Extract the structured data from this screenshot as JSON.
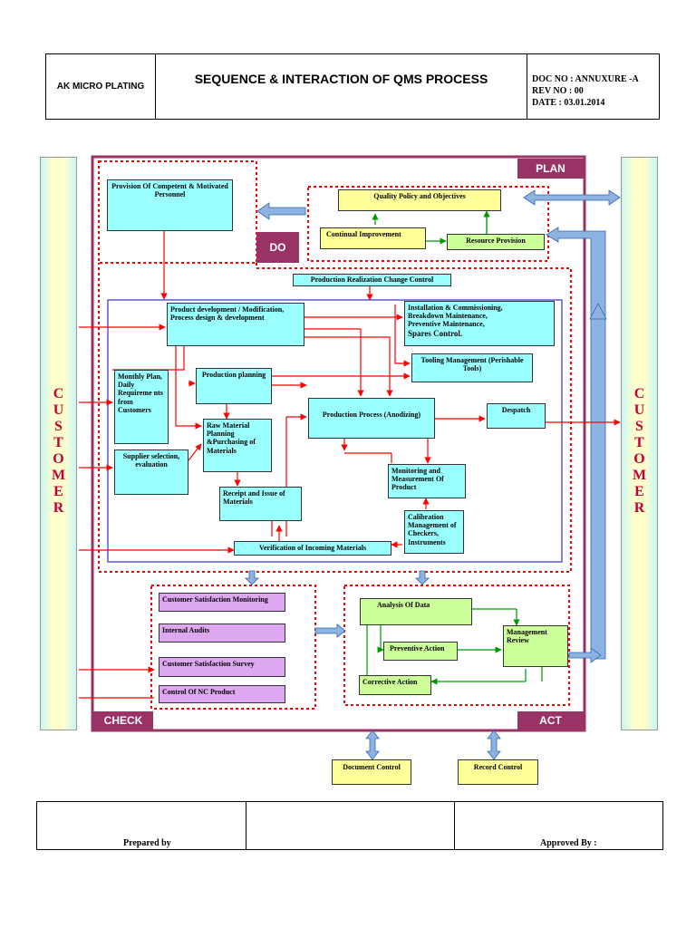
{
  "header": {
    "company": "AK MICRO PLATING",
    "title": "SEQUENCE & INTERACTION OF QMS PROCESS",
    "doc_no": "DOC NO : ANNUXURE -A",
    "rev_no": "REV NO : 00",
    "date": "DATE : 03.01.2014"
  },
  "customer_letters": [
    "C",
    "U",
    "S",
    "T",
    "O",
    "M",
    "E",
    "R"
  ],
  "phases": {
    "plan": "PLAN",
    "do": "DO",
    "check": "CHECK",
    "act": "ACT"
  },
  "boxes": {
    "competent_personnel": "Provision Of Competent & Motivated Personnel",
    "quality_policy": "Quality Policy and Objectives",
    "continual_improvement": "Continual Improvement",
    "resource_provision": "Resource Provision",
    "change_control": "Production Realization Change Control",
    "product_development": "Product development / Modification, Process design & development",
    "installation_line1": "Installation & Commissioning,",
    "installation_line2": "Breakdown Maintenance,",
    "installation_line3": "Preventive Maintenance,",
    "installation_line4": "Spares Control.",
    "tooling": "Tooling Management (Perishable Tools)",
    "monthly_plan": "Monthly Plan, Daily Requireme nts from Customers",
    "production_planning": "Production planning",
    "production_process": "Production Process (Anodizing)",
    "despatch": "Despatch",
    "raw_material": "Raw Material Planning &Purchasing of Materials",
    "supplier": "Supplier selection, evaluation",
    "monitoring": "Monitoring and Measurement Of Product",
    "receipt_issue": "Receipt and Issue of Materials",
    "calibration": "Calibration Management of Checkers, Instruments",
    "verification": "Verification of Incoming Materials",
    "cs_monitoring": "Customer Satisfaction Monitoring",
    "internal_audits": "Internal Audits",
    "cs_survey": "Customer Satisfaction Survey",
    "nc_product": "Control Of NC Product",
    "analysis": "Analysis Of Data",
    "preventive": "Preventive Action",
    "management_review": "Management Review",
    "corrective": "Corrective Action",
    "document_control": "Document Control",
    "record_control": "Record Control"
  },
  "footer": {
    "prepared_by": "Prepared by",
    "approved_by": "Approved By :"
  },
  "colors": {
    "magenta_frame": "#993366",
    "flow_red": "#ff0000",
    "flow_green": "#009900",
    "blue_frame": "#3333cc",
    "arrow_blue": "#8db3e2"
  }
}
